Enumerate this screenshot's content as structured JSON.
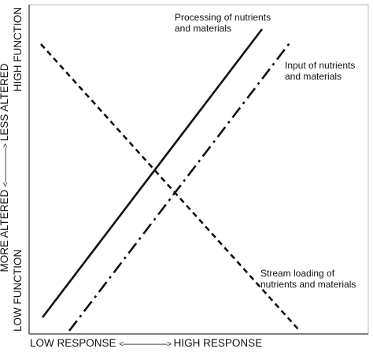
{
  "diagram": {
    "lines": [
      {
        "name": "Processing of nutrients and materials",
        "style": "solid",
        "label_lines": [
          "Processing of nutrients",
          "and materials"
        ]
      },
      {
        "name": "Input of nutrients and materials",
        "style": "dash-dot",
        "label_lines": [
          "Input of nutrients",
          "and materials"
        ]
      },
      {
        "name": "Stream loading of nutrients and materials",
        "style": "dashed",
        "label_lines": [
          "Stream loading of",
          "nutrients and materials"
        ]
      }
    ],
    "x_axis": {
      "left_label": "LOW RESPONSE",
      "arrow": "<------------------------>",
      "right_label": "HIGH RESPONSE"
    },
    "y_axis": {
      "low_line1": "MORE ALTERED",
      "low_line2": "LOW FUNCTION",
      "arrow": "<------------------->",
      "high_line1": "LESS ALTERED",
      "high_line2": "HIGH FUNCTION"
    },
    "colors": {
      "line": "#111111",
      "axis": "#555555"
    }
  }
}
